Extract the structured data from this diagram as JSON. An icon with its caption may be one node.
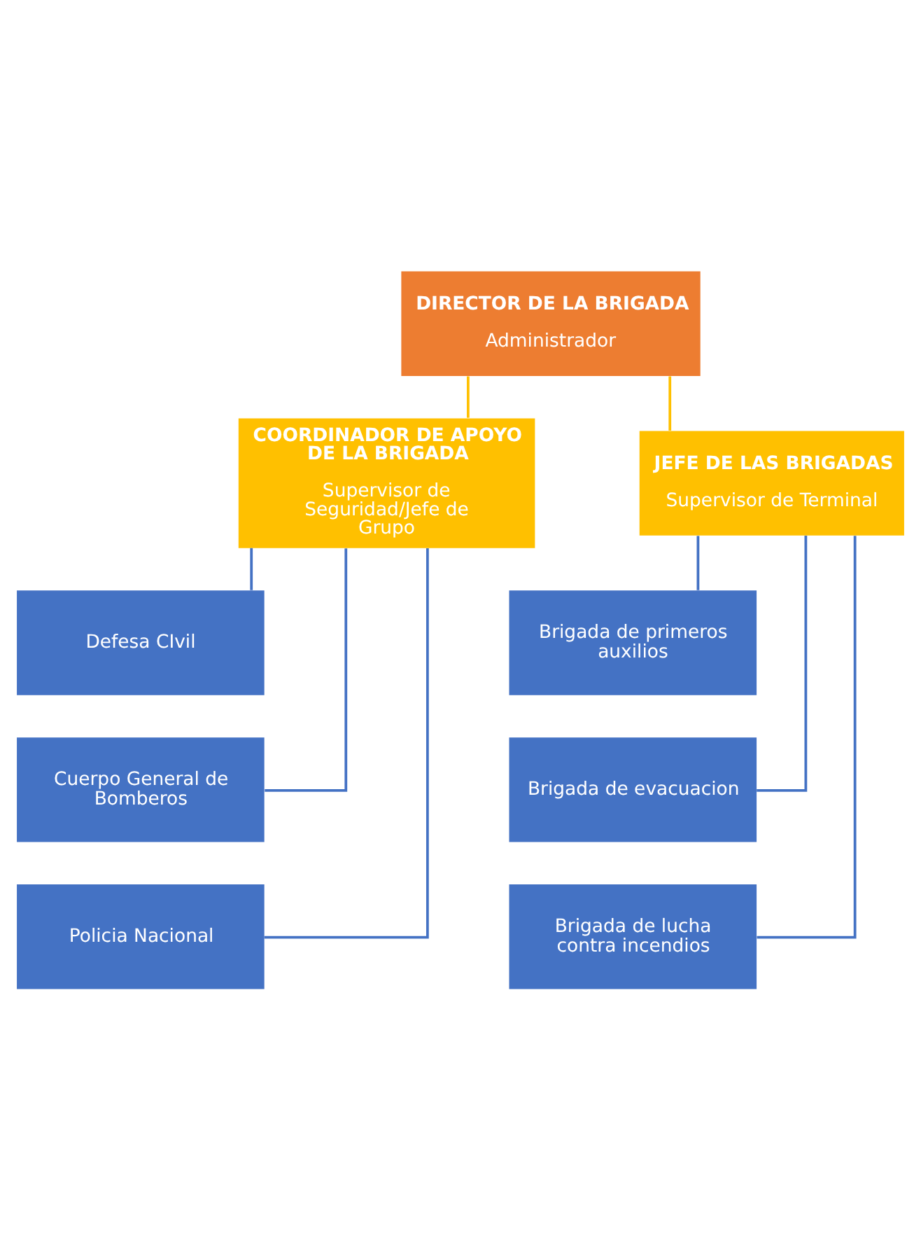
{
  "diagram": {
    "nodes": [
      {
        "text": [
          "DIRECTOR DE LA BRIGADA",
          "Administrador"
        ]
      },
      {
        "text": [
          "COORDINADOR DE APOYO DE LA BRIGADA",
          "Supervisor de Seguridad/Jefe de Grupo"
        ]
      },
      {
        "text": [
          "JEFE DE LAS BRIGADAS",
          "Supervisor de Terminal"
        ]
      },
      {
        "text": [
          "Defesa CIvil"
        ]
      },
      {
        "text": [
          "Cuerpo General de Bomberos"
        ]
      },
      {
        "text": [
          "Policia Nacional"
        ]
      },
      {
        "text": [
          "Brigada de primeros auxilios"
        ]
      },
      {
        "text": [
          "Brigada de evacuacion"
        ]
      },
      {
        "text": [
          "Brigada de lucha contra incendios"
        ]
      }
    ],
    "edges": [
      {
        "from": 0,
        "to": 1,
        "arrow": "none",
        "color": "#ffc000"
      },
      {
        "from": 0,
        "to": 2,
        "arrow": "none",
        "color": "#ffc000"
      },
      {
        "from": 1,
        "to": 3,
        "arrow": "none"
      },
      {
        "from": 1,
        "to": 4,
        "arrow": "none"
      },
      {
        "from": 1,
        "to": 5,
        "arrow": "none"
      },
      {
        "from": 2,
        "to": 6,
        "arrow": "none"
      },
      {
        "from": 2,
        "to": 7,
        "arrow": "none"
      },
      {
        "from": 2,
        "to": 8,
        "arrow": "none"
      }
    ]
  }
}
